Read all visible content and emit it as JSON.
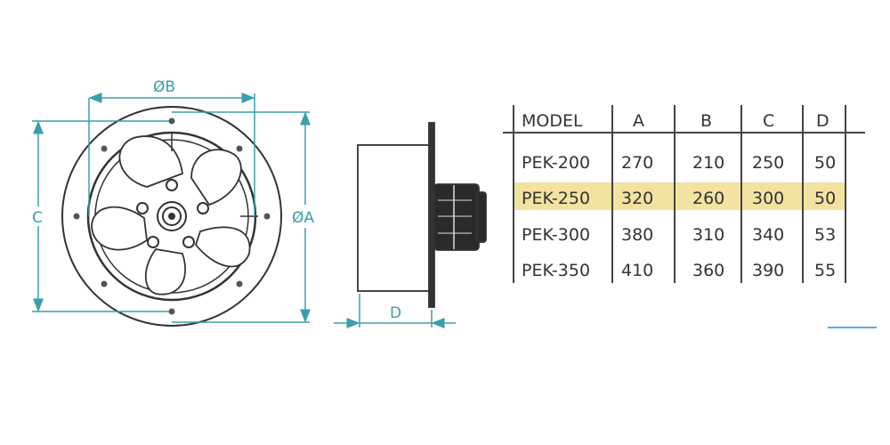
{
  "drawing": {
    "labels": {
      "diameter_b": "ØB",
      "diameter_a": "ØA",
      "c": "C",
      "d": "D"
    },
    "colors": {
      "dimension": "#3a9fa8",
      "outline": "#333333",
      "highlight": "#f3e3a0",
      "accent_line": "#2b8fd6"
    }
  },
  "table": {
    "headers": [
      "MODEL",
      "A",
      "B",
      "C",
      "D"
    ],
    "rows": [
      [
        "PEK-200",
        "270",
        "210",
        "250",
        "50"
      ],
      [
        "PEK-250",
        "320",
        "260",
        "300",
        "50"
      ],
      [
        "PEK-300",
        "380",
        "310",
        "340",
        "53"
      ],
      [
        "PEK-350",
        "410",
        "360",
        "390",
        "55"
      ]
    ],
    "highlighted_row": 1
  }
}
